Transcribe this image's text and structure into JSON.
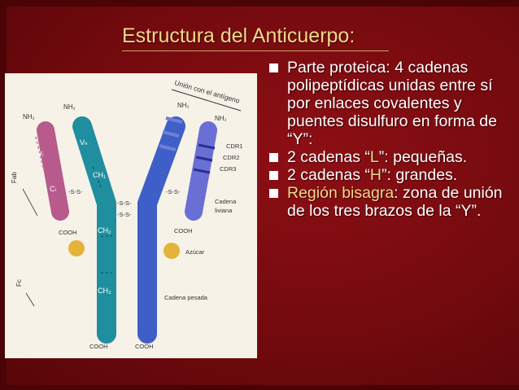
{
  "slide": {
    "title": "Estructura del Anticuerpo:",
    "colors": {
      "background": "#7a0b0f",
      "title": "#f0d98a",
      "text": "#ffffff",
      "accent": "#f0d98a",
      "light_chain_variable": "#b85a8c",
      "light_chain_constant": "#c57a9f",
      "heavy_chain_teal": "#1f8fa0",
      "heavy_chain_blue": "#3f5fc8",
      "light_chain_blue": "#6a6fd6",
      "sugar": "#e6b33a"
    },
    "bullets": [
      {
        "segments": [
          {
            "text": "Parte proteica: 4 cadenas polipeptídicas unidas entre sí por enlaces covalentes y puentes disulfuro en forma de “Y”:",
            "accent": false
          }
        ]
      },
      {
        "segments": [
          {
            "text": "2 cadenas “",
            "accent": false
          },
          {
            "text": "L",
            "accent": true
          },
          {
            "text": "”: pequeñas.",
            "accent": false
          }
        ]
      },
      {
        "segments": [
          {
            "text": "2 cadenas “",
            "accent": false
          },
          {
            "text": "H",
            "accent": true
          },
          {
            "text": "”: grandes.",
            "accent": false
          }
        ]
      },
      {
        "segments": [
          {
            "text": "Región bisagra",
            "accent": true
          },
          {
            "text": ": zona de unión de los tres brazos de la “Y”.",
            "accent": false
          }
        ]
      }
    ]
  },
  "figure": {
    "labels": {
      "antigen_union": "Unión con el antígeno",
      "nh2": "NH₂",
      "cooh": "COOH",
      "cdr1": "CDR1",
      "cdr2": "CDR2",
      "cdr3": "CDR3",
      "light_chain": "Cadena",
      "light_chain_2": "liviana",
      "heavy_chain": "Cadena pesada",
      "sugar": "Azúcar",
      "disulfide": "-S-S-",
      "fab": "Fab",
      "fc": "Fc",
      "vl": "Vₗ",
      "cl": "Cₗ",
      "vh": "Vₕ",
      "ch1": "CH₁",
      "ch2": "CH₂",
      "ch3": "CH₃"
    }
  }
}
